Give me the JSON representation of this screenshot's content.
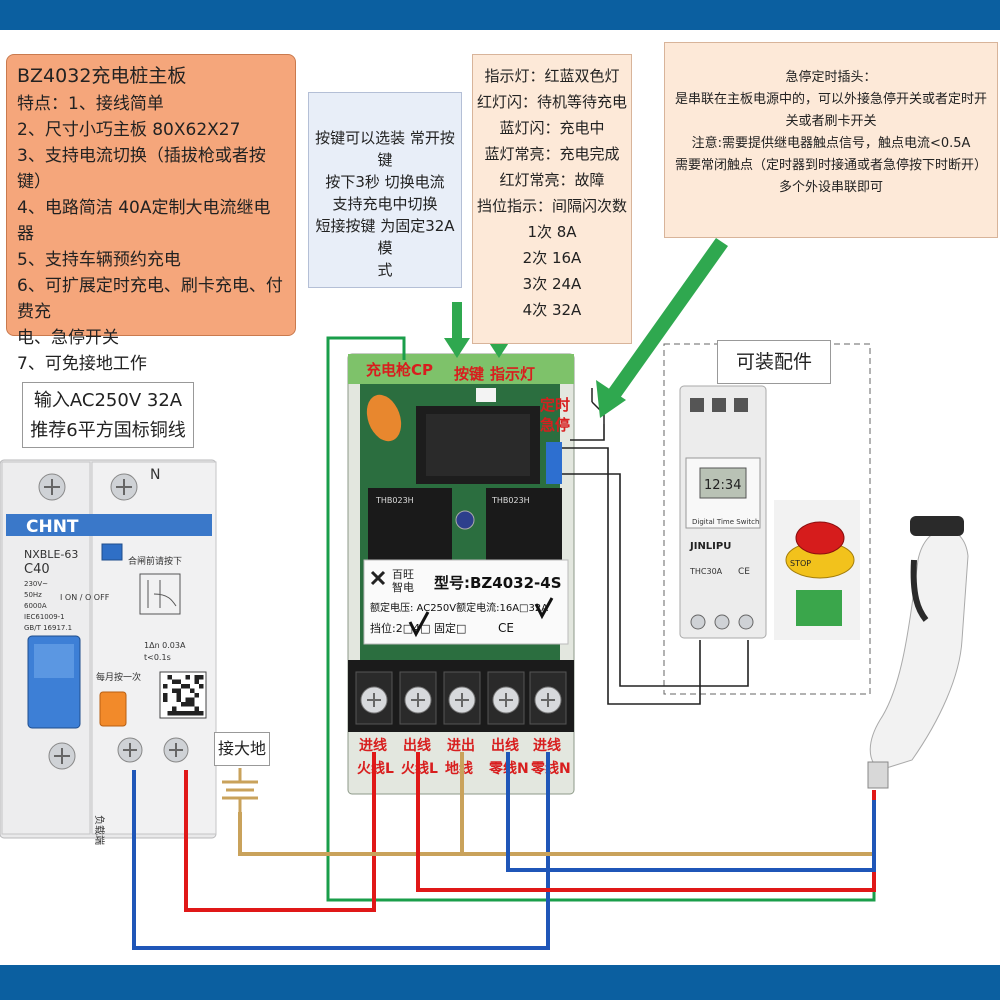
{
  "features": {
    "title": "BZ4032充电桩主板",
    "lines": [
      "特点：1、接线简单",
      "2、尺寸小巧主板 80X62X27",
      "3、支持电流切换（插拔枪或者按键）",
      "4、电路简洁 40A定制大电流继电器",
      "5、支持车辆预约充电",
      "6、可扩展定时充电、刷卡充电、付费充",
      "电、急停开关",
      "7、可免接地工作"
    ]
  },
  "key_note": {
    "lines": [
      "按键可以选装 常开按",
      "键",
      "按下3秒 切换电流",
      "支持充电中切换",
      "短接按键 为固定32A模",
      "式"
    ]
  },
  "led_note": {
    "lines": [
      "指示灯：红蓝双色灯",
      "红灯闪：待机等待充电",
      "蓝灯闪：充电中",
      "蓝灯常亮：充电完成",
      "红灯常亮：故障",
      "挡位指示：间隔闪次数",
      "1次 8A",
      "2次 16A",
      "3次 24A",
      "4次 32A"
    ]
  },
  "estop_note": {
    "lines": [
      "急停定时插头：",
      "是串联在主板电源中的，可以外接急停开关或者定时开",
      "关或者刷卡开关",
      "注意:需要提供继电器触点信号，触点电流<0.5A",
      "需要常闭触点（定时器到时接通或者急停按下时断开）",
      "多个外设串联即可"
    ]
  },
  "input_note": {
    "lines": [
      "输入AC250V 32A",
      "推荐6平方国标铜线"
    ]
  },
  "accessory_label": "可装配件",
  "ground_label": "接大地",
  "board": {
    "cp_label": "充电枪CP",
    "key_label": "按键",
    "led_label": "指示灯",
    "timer_label_1": "定时",
    "timer_label_2": "急停",
    "brand_1": "百旺",
    "brand_2": "智电",
    "model": "型号:BZ4032-4S",
    "rated": "额定电压: AC250V额定电流:16A□32A",
    "gear": "挡位:2□4□ 固定□",
    "ce": "CE",
    "relay_text": "THB023H",
    "terminals": [
      {
        "top": "进线",
        "bottom": "火线L"
      },
      {
        "top": "出线",
        "bottom": "火线L"
      },
      {
        "top": "进出",
        "bottom": "地线"
      },
      {
        "top": "出线",
        "bottom": "零线N"
      },
      {
        "top": "进线",
        "bottom": "零线N"
      }
    ]
  },
  "breaker": {
    "brand": "CHNT",
    "model": "NXBLE-63",
    "rating": "C40",
    "specs": [
      "230V~",
      "50Hz",
      "6000A",
      "IEC61009-1",
      "GB/T 16917.1"
    ],
    "text_reset": "合闸前请按下",
    "text_monthly": "每月按一次",
    "text_test": "1Δn 0.03A",
    "text_time": "t<0.1s",
    "side_label": "负载端",
    "pole_label": "N",
    "onoff": "I ON / O OFF"
  },
  "timer": {
    "display": "12:34",
    "label": "Digital Time Switch",
    "brand": "JINLIPU",
    "model": "THC30A",
    "ce": "CE"
  },
  "estop_button": {
    "label": "STOP"
  },
  "colors": {
    "frame": "#0b5fa0",
    "wire_red": "#e01818",
    "wire_blue": "#1f56b8",
    "wire_ground": "#c9a25b",
    "wire_green": "#1a9e4a",
    "wire_black": "#222222",
    "arrow": "#2fa84f",
    "label_red": "#d81e1e",
    "board_green": "#7ec26a"
  }
}
